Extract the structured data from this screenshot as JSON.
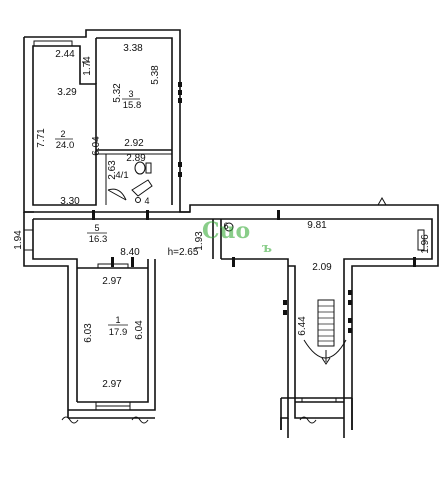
{
  "plan": {
    "ceiling_height": "h=2.65",
    "rooms": [
      {
        "number": "1",
        "area": "17.9"
      },
      {
        "number": "2",
        "area": "24.0"
      },
      {
        "number": "3",
        "area": "15.8"
      },
      {
        "number": "4/1",
        "area": ""
      },
      {
        "number": "4",
        "area": ""
      },
      {
        "number": "5",
        "area": "16.3"
      },
      {
        "number": "6",
        "area": ""
      }
    ],
    "dimensions": {
      "top_left_width": "2.44",
      "top_left_side": "1.74",
      "room3_top": "3.38",
      "room3_left": "5.32",
      "room3_right": "5.38",
      "room2_upper": "3.29",
      "room2_height": "7.71",
      "room2_lower_right": "6.04",
      "room3_bottom": "2.92",
      "room41_top": "2.89",
      "room41_side": "2.63",
      "room2_bottom": "3.30",
      "corridor_right": "9.81",
      "corridor_left": "1.94",
      "corridor_width": "8.40",
      "corridor_center": "1.93",
      "corridor_far_right": "1.96",
      "stair_top": "2.09",
      "room1_top": "2.97",
      "room1_left": "6.03",
      "room1_right": "6.04",
      "room1_bottom": "2.97",
      "stair_height": "6.44"
    },
    "watermark": {
      "main": "Cuo",
      "accent": "ъ"
    }
  },
  "colors": {
    "walls": "#111111",
    "watermark": "#29a52a"
  }
}
